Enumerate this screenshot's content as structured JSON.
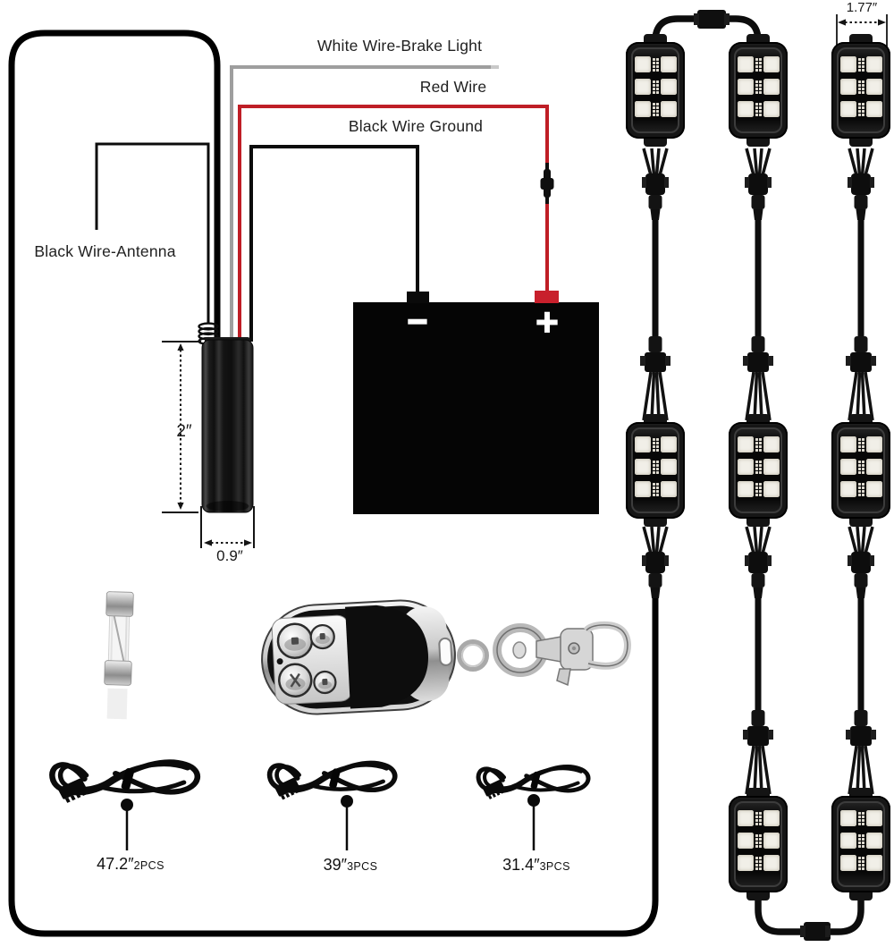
{
  "wire_labels": {
    "white": "White Wire-Brake Light",
    "red": "Red Wire",
    "ground": "Black Wire Ground",
    "antenna": "Black Wire-Antenna"
  },
  "dimensions": {
    "controller_height": "2″",
    "controller_width": "0.9″",
    "pod_width": "1.77″"
  },
  "battery": {
    "minus_symbol": "−",
    "plus_symbol": "+"
  },
  "cable_specs": [
    {
      "length": "47.2″",
      "qty": "2PCS"
    },
    {
      "length": "39″",
      "qty": "3PCS"
    },
    {
      "length": "31.4″",
      "qty": "3PCS"
    }
  ],
  "colors": {
    "background": "#ffffff",
    "red_wire": "#bf1e26",
    "battery_positive_tab": "#c8202c",
    "white_wire_gray": "#9e9e9e",
    "black_wire": "#0d0d0d",
    "label_text": "#212121"
  }
}
